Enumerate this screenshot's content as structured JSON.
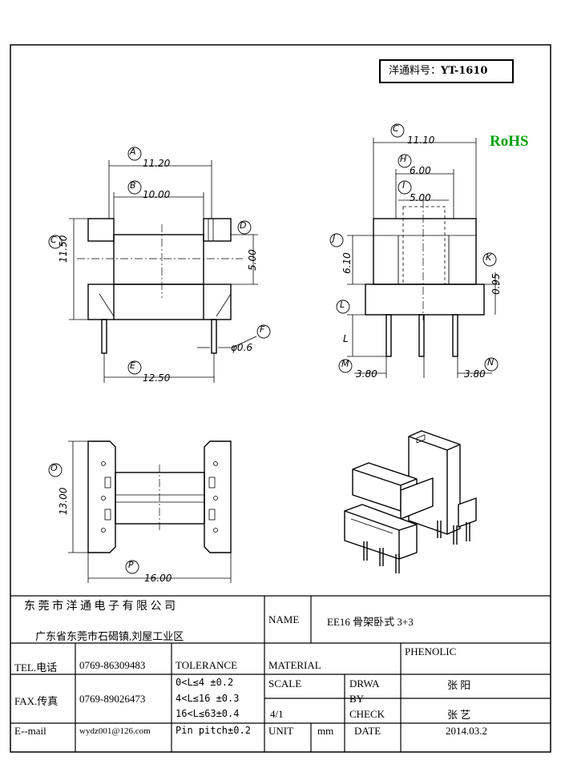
{
  "header": {
    "part_label": "洋通料号：",
    "part_no": "YT-1610",
    "rohs": "RoHS"
  },
  "dimensions": {
    "A": "A",
    "B": "B",
    "C": "C",
    "D": "D",
    "E": "E",
    "F": "F",
    "H": "H",
    "I": "I",
    "J": "J",
    "K": "K",
    "L": "L",
    "M": "M",
    "N": "N",
    "O": "O",
    "P": "P",
    "a_val": "11.20",
    "b_val": "10.00",
    "c_val": "11.50",
    "d_val": "5.00",
    "e_val": "12.50",
    "f_val": "φ0.6",
    "c2_val": "11.10",
    "h_val": "6.00",
    "i_val": "5.00",
    "j_val": "6.10",
    "k_val": "0.95",
    "l_val": "L",
    "m_val": "3.80",
    "n_val": "3.80",
    "o_val": "13.00",
    "p_val": "16.00"
  },
  "title_block": {
    "company": "东 莞 市 洋 通 电 子 有 限 公 司",
    "address": "广东省东莞市石碣镇,刘屋工业区",
    "name_label": "NAME",
    "name_value": "EE16 骨架卧式 3+3",
    "tel_label": "TEL.电话",
    "tel_value": "0769-86309483",
    "fax_label": "FAX.传真",
    "fax_value": "0769-89026473",
    "email_label": "E--mail",
    "email_value": "wydz001@126.com",
    "tolerance_label": "TOLERANCE",
    "tol_1": "0<L≤4   ±0.2",
    "tol_2": "4<L≤16  ±0.3",
    "tol_3": "16<L≤63±0.4",
    "tol_4": "Pin pitch±0.2",
    "material_label": "MATERIAL",
    "material_value": "PHENOLIC",
    "scale_label": "SCALE",
    "scale_value": "4/1",
    "drawn_label_1": "DRWA",
    "drawn_label_2": "BY",
    "drawn_value": "张 阳",
    "check_label": "CHECK",
    "check_value": "张 艺",
    "unit_label": "UNIT",
    "unit_value": "mm",
    "date_label": "DATE",
    "date_value": "2014.03.2"
  }
}
